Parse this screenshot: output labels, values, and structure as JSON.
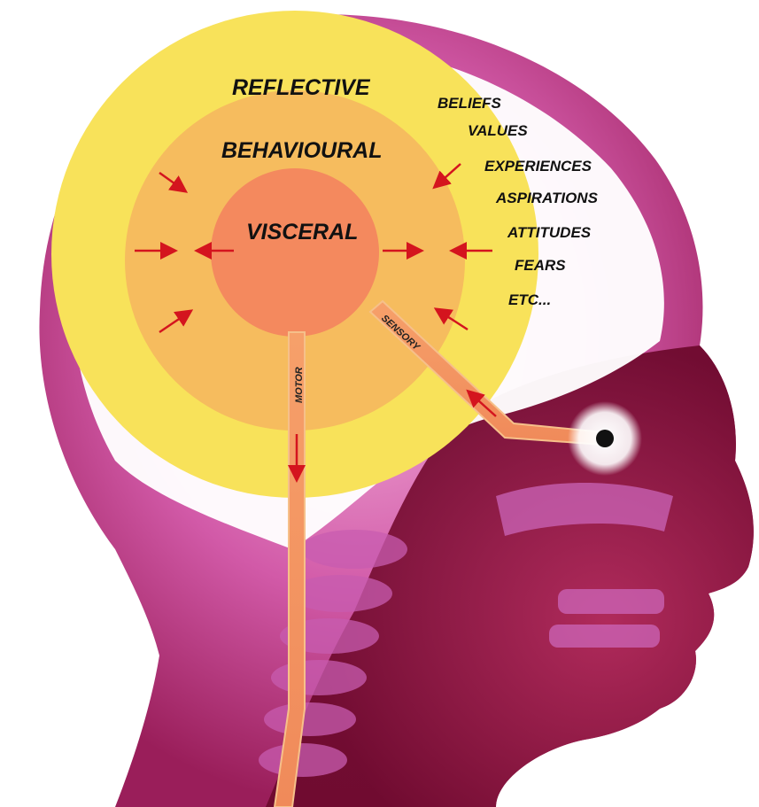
{
  "levels": {
    "reflective": "REFLECTIVE",
    "behavioural": "BEHAVIOURAL",
    "visceral": "VISCERAL"
  },
  "traits": [
    "BELIEFS",
    "VALUES",
    "EXPERIENCES",
    "ASPIRATIONS",
    "ATTITUDES",
    "FEARS",
    "ETC..."
  ],
  "pathways": {
    "motor": "MOTOR",
    "sensory": "SENSORY"
  },
  "colors": {
    "reflective": "#f8e25a",
    "behavioural": "#f6bc5e",
    "visceral": "#f4895e",
    "head_dark": "#8a0e3a",
    "head_light": "#c23a8c",
    "nerve": "#f2a46a"
  }
}
